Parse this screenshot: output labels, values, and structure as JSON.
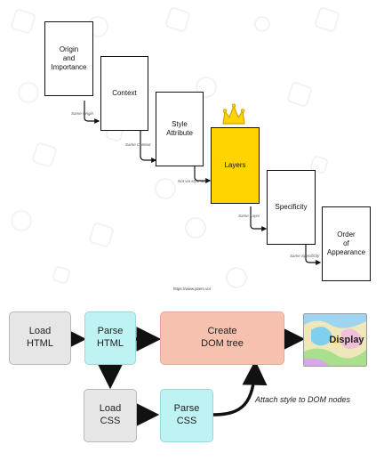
{
  "cascade": {
    "steps": [
      {
        "label": "Origin\nand\nImportance"
      },
      {
        "label": "Context"
      },
      {
        "label": "Style\nAttribute"
      },
      {
        "label": "Layers"
      },
      {
        "label": "Specificity"
      },
      {
        "label": "Order\nof\nAppearance"
      }
    ],
    "notes": [
      "Same Origin",
      "Same Context",
      "Not via style attr",
      "Same Layer",
      "Same Specificity"
    ],
    "source": "https://www.jstem.vo/"
  },
  "render_flow": {
    "nodes": [
      {
        "label": "Load\nHTML",
        "color": "#e6e6e6"
      },
      {
        "label": "Parse\nHTML",
        "color": "#bff2f2"
      },
      {
        "label": "Create\nDOM tree",
        "color": "#f7c1b0"
      },
      {
        "label": "Display"
      },
      {
        "label": "Load\nCSS",
        "color": "#e6e6e6"
      },
      {
        "label": "Parse\nCSS",
        "color": "#bff2f2"
      }
    ],
    "annotation": "Attach style\nto DOM nodes"
  },
  "colors": {
    "highlight": "#ffd400",
    "arrow": "#111111"
  }
}
